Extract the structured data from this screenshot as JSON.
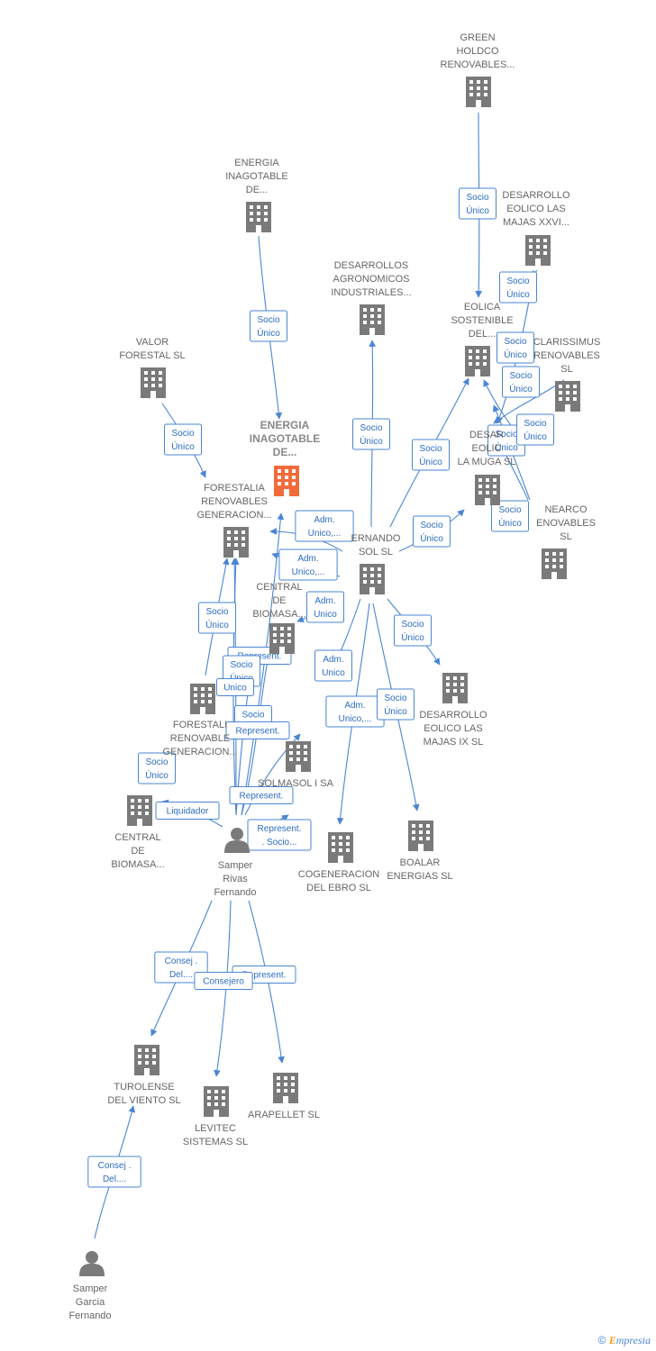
{
  "colors": {
    "company": "#7a7a7a",
    "main_company": "#f26b3a",
    "person": "#7a7a7a",
    "edge": "#4a86d4"
  },
  "nodes": [
    {
      "id": "green",
      "kind": "company",
      "lines": [
        "GREEN",
        "HOLDCO",
        "RENOVABLES..."
      ]
    },
    {
      "id": "energia1",
      "kind": "company",
      "lines": [
        "ENERGIA",
        "INAGOTABLE",
        "DE..."
      ]
    },
    {
      "id": "desarrxxvi",
      "kind": "company",
      "lines": [
        "DESARROLLO",
        "EOLICO LAS",
        "MAJAS XXVI..."
      ]
    },
    {
      "id": "agro",
      "kind": "company",
      "lines": [
        "DESARROLLOS",
        "AGRONOMICOS",
        "INDUSTRIALES..."
      ]
    },
    {
      "id": "eolica",
      "kind": "company",
      "lines": [
        "EOLICA",
        "SOSTENIBLE",
        "DEL..."
      ]
    },
    {
      "id": "clarissimus",
      "kind": "company",
      "lines": [
        "CLARISSIMUS",
        "RENOVABLES",
        "SL"
      ]
    },
    {
      "id": "valor",
      "kind": "company",
      "lines": [
        "VALOR",
        "FORESTAL SL"
      ]
    },
    {
      "id": "energia_main",
      "kind": "main",
      "lines": [
        "ENERGIA",
        "INAGOTABLE",
        "DE..."
      ]
    },
    {
      "id": "muga",
      "kind": "company",
      "lines": [
        "DESAR",
        "EOLIC",
        "LA MUGA SL"
      ]
    },
    {
      "id": "forestalia1",
      "kind": "company",
      "lines": [
        "FORESTALIA",
        "RENOVABLES",
        "GENERACION..."
      ]
    },
    {
      "id": "fernando",
      "kind": "company",
      "lines": [
        "ERNANDO",
        "SOL SL"
      ]
    },
    {
      "id": "nearco",
      "kind": "company",
      "lines": [
        "NEARCO",
        "ENOVABLES",
        "SL"
      ]
    },
    {
      "id": "central1",
      "kind": "company",
      "lines": [
        "CENTRAL",
        "DE",
        "BIOMASA..."
      ]
    },
    {
      "id": "forestalia2",
      "kind": "company",
      "lines": [
        "FORESTALI",
        "RENOVABLE",
        "GENERACION..."
      ]
    },
    {
      "id": "majasix",
      "kind": "company",
      "lines": [
        "DESARROLLO",
        "EOLICO LAS",
        "MAJAS IX  SL"
      ]
    },
    {
      "id": "solmasol",
      "kind": "company",
      "lines": [
        "SOLMASOL I SA"
      ]
    },
    {
      "id": "central2",
      "kind": "company",
      "lines": [
        "CENTRAL",
        "DE",
        "BIOMASA..."
      ]
    },
    {
      "id": "samper",
      "kind": "person",
      "lines": [
        "Samper",
        "Rivas",
        "Fernando"
      ]
    },
    {
      "id": "cogen",
      "kind": "company",
      "lines": [
        "COGENERACION",
        "DEL EBRO  SL"
      ]
    },
    {
      "id": "boalar",
      "kind": "company",
      "lines": [
        "BOALAR",
        "ENERGIAS  SL"
      ]
    },
    {
      "id": "turolense",
      "kind": "company",
      "lines": [
        "TUROLENSE",
        "DEL VIENTO SL"
      ]
    },
    {
      "id": "arapellet",
      "kind": "company",
      "lines": [
        "ARAPELLET  SL"
      ]
    },
    {
      "id": "levitec",
      "kind": "company",
      "lines": [
        "LEVITEC",
        "SISTEMAS  SL"
      ]
    },
    {
      "id": "samper2",
      "kind": "person",
      "lines": [
        "Samper",
        "Garcia",
        "Fernando"
      ]
    }
  ],
  "edge_labels": [
    {
      "lines": [
        "Socio",
        "Único"
      ]
    },
    {
      "lines": [
        "Socio",
        "Único"
      ]
    },
    {
      "lines": [
        "Socio",
        "Único"
      ]
    },
    {
      "lines": [
        "Socio",
        "Único"
      ]
    },
    {
      "lines": [
        "Socio",
        "Único"
      ]
    },
    {
      "lines": [
        "Socio",
        "Único"
      ]
    },
    {
      "lines": [
        "Socio",
        "Único"
      ]
    },
    {
      "lines": [
        "Socio",
        "Único"
      ]
    },
    {
      "lines": [
        "Socio",
        "Único"
      ]
    },
    {
      "lines": [
        "Socio",
        "Único"
      ]
    },
    {
      "lines": [
        "Socio",
        "Único"
      ]
    },
    {
      "lines": [
        "Socio",
        "Único"
      ]
    },
    {
      "lines": [
        "Adm.",
        "Unico,..."
      ]
    },
    {
      "lines": [
        "Adm.",
        "Unico,..."
      ]
    },
    {
      "lines": [
        "Adm.",
        "Unico"
      ]
    },
    {
      "lines": [
        "Socio",
        "Único"
      ]
    },
    {
      "lines": [
        "Represent."
      ]
    },
    {
      "lines": [
        "Socio",
        "Único"
      ]
    },
    {
      "lines": [
        "Unico"
      ]
    },
    {
      "lines": [
        "Adm.",
        "Unico"
      ]
    },
    {
      "lines": [
        "Socio",
        "Único"
      ]
    },
    {
      "lines": [
        "Socio"
      ]
    },
    {
      "lines": [
        "Represent."
      ]
    },
    {
      "lines": [
        "Adm.",
        "Unico,..."
      ]
    },
    {
      "lines": [
        "Socio",
        "Único"
      ]
    },
    {
      "lines": [
        "Socio",
        "Único"
      ]
    },
    {
      "lines": [
        "Liquidador"
      ]
    },
    {
      "lines": [
        "Represent."
      ]
    },
    {
      "lines": [
        "Represent.",
        ". Socio..."
      ]
    },
    {
      "lines": [
        "Consej .",
        "Del...."
      ]
    },
    {
      "lines": [
        "Represent."
      ]
    },
    {
      "lines": [
        "Consejero"
      ]
    },
    {
      "lines": [
        "Consej .",
        "Del...."
      ]
    }
  ],
  "footer": {
    "copyright": "©",
    "brand_initial": "E",
    "brand_rest": "mpresia"
  }
}
